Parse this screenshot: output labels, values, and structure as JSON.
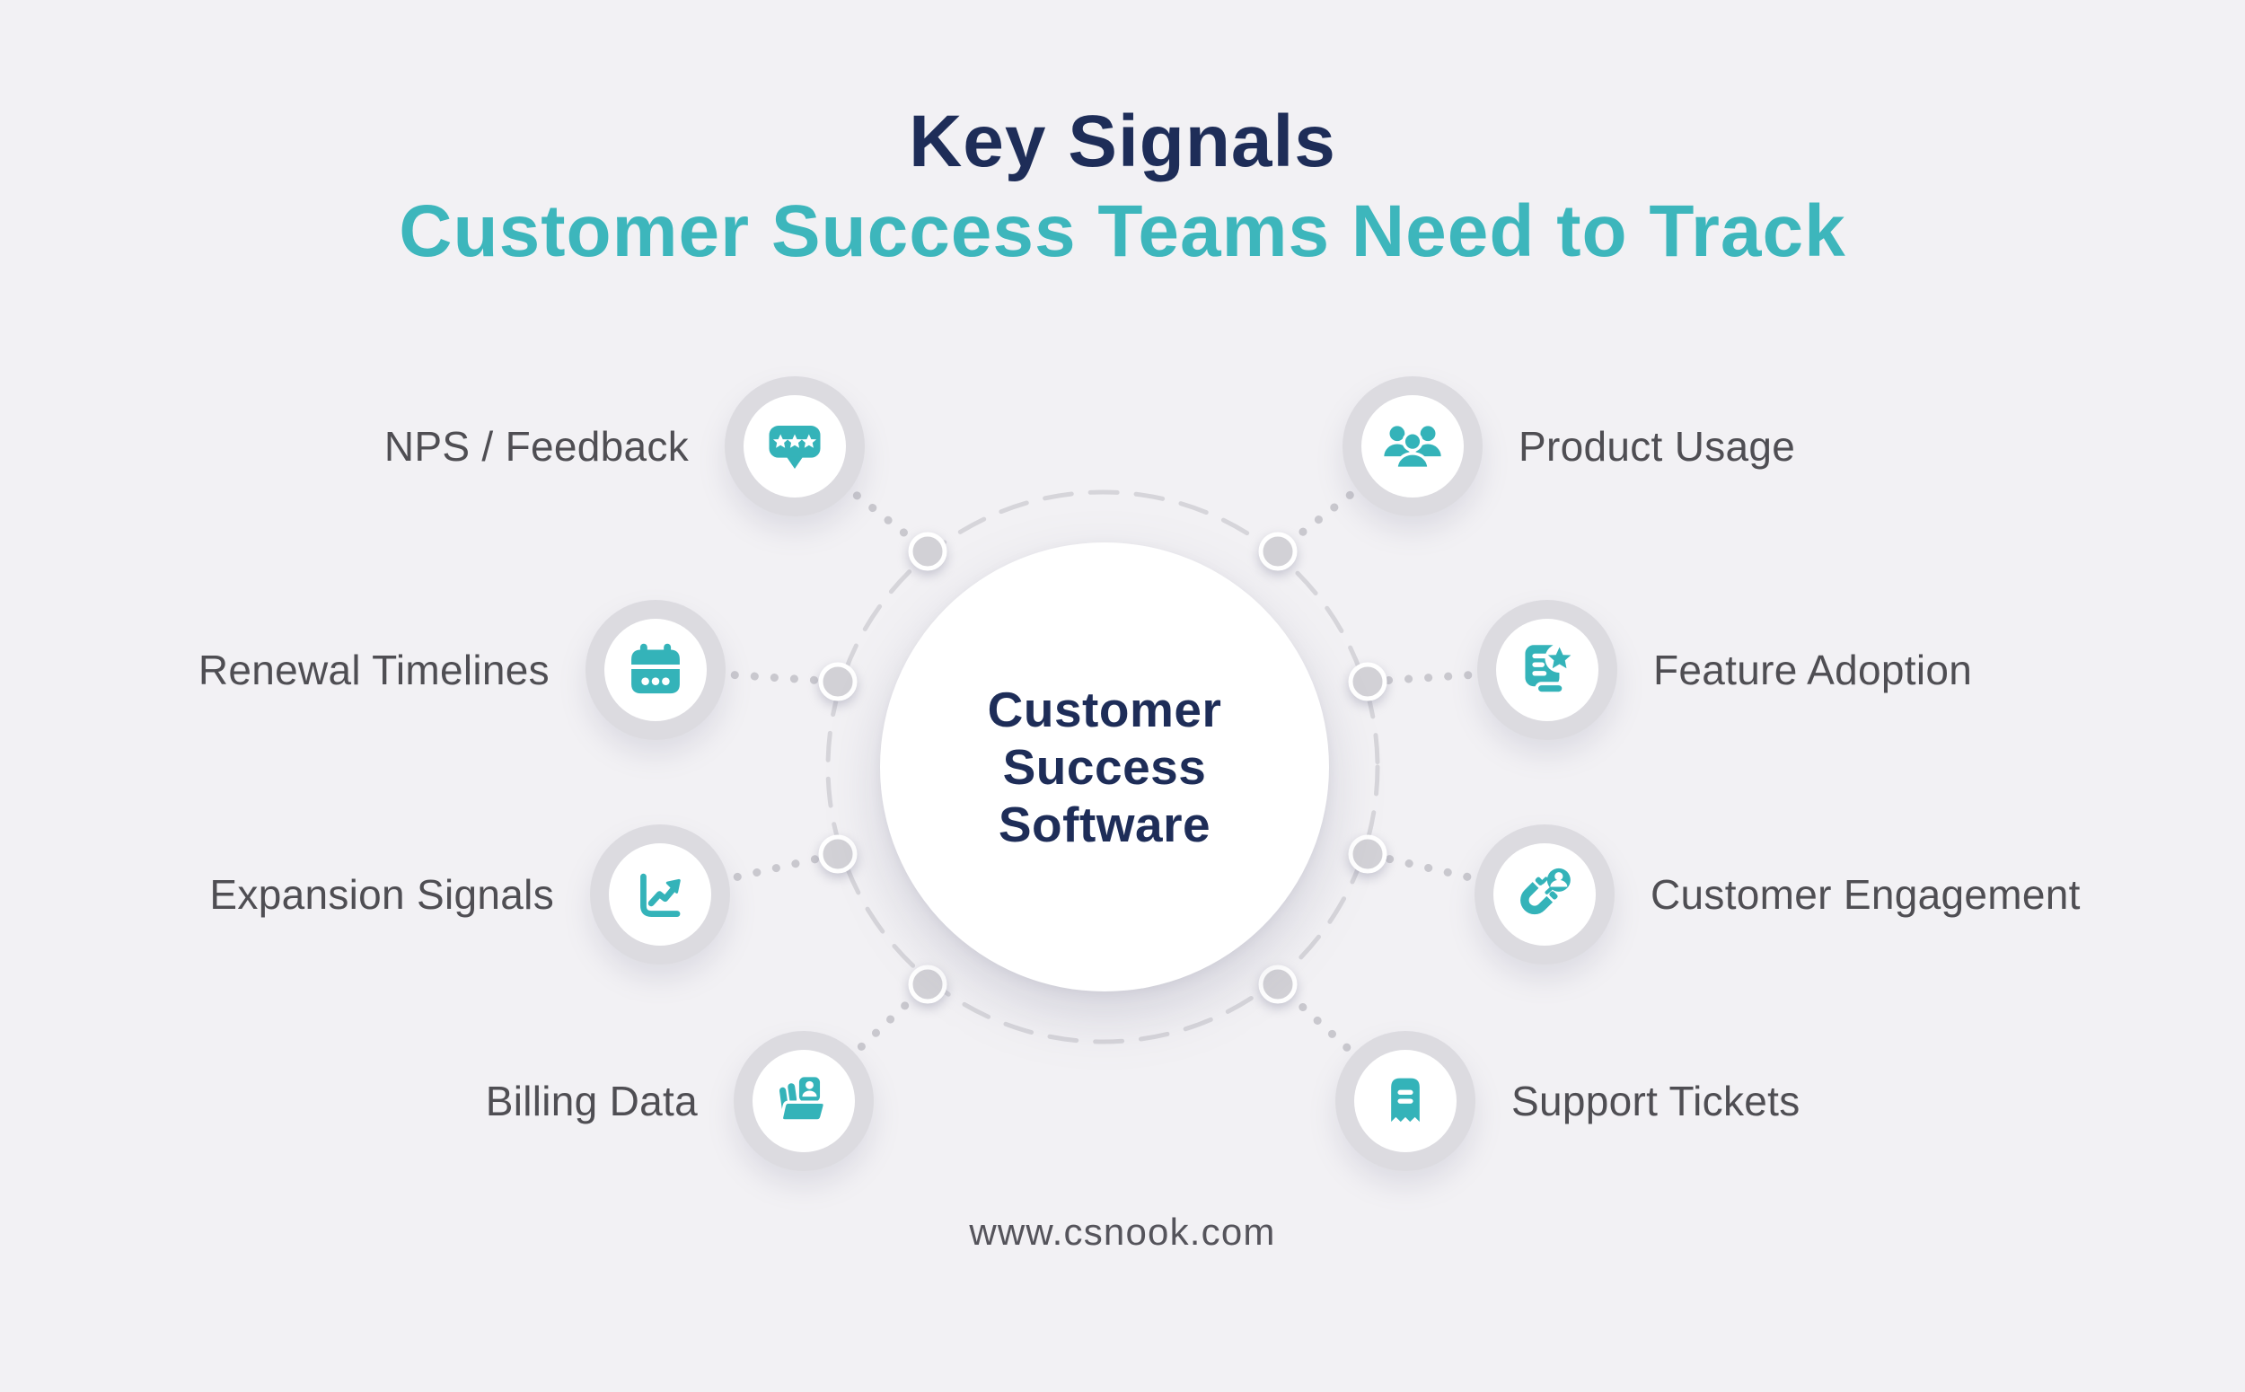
{
  "title": {
    "line1": "Key Signals",
    "line2": "Customer Success Teams Need to Track"
  },
  "center": {
    "lines": [
      "Customer",
      "Success",
      "Software"
    ]
  },
  "spokes": {
    "left": [
      {
        "label": "NPS / Feedback",
        "icon": "feedback-stars-icon"
      },
      {
        "label": "Renewal Timelines",
        "icon": "calendar-icon"
      },
      {
        "label": "Expansion Signals",
        "icon": "growth-chart-icon"
      },
      {
        "label": "Billing Data",
        "icon": "billing-folder-icon"
      }
    ],
    "right": [
      {
        "label": "Product Usage",
        "icon": "user-group-icon"
      },
      {
        "label": "Feature Adoption",
        "icon": "feature-star-document-icon"
      },
      {
        "label": "Customer Engagement",
        "icon": "magnet-user-icon"
      },
      {
        "label": "Support Tickets",
        "icon": "support-ticket-icon"
      }
    ]
  },
  "footer": {
    "website": "www.csnook.com"
  },
  "colors": {
    "background": "#f2f1f4",
    "navy": "#1e2d58",
    "title_teal": "#3db6bc",
    "icon_teal": "#34b3b9",
    "label_gray": "#4f4e53",
    "ring_gray": "#dcdbe0",
    "node_gray": "#d2d1d6",
    "dash_gray": "#d6d5da",
    "url_gray": "#55545b"
  }
}
